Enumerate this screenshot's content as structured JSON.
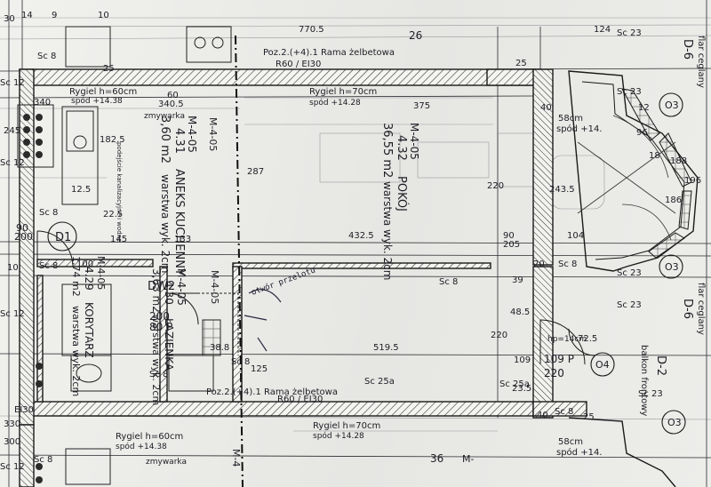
{
  "plan": {
    "rooms": [
      {
        "id": "kitchen",
        "code": "4.31",
        "name": "ANEKS KUCHENNY",
        "area": "3,60 m2",
        "finish": "warstwa wyk. 2cm",
        "ref": "M-4-05"
      },
      {
        "id": "room",
        "code": "4.32",
        "name": "POKÓJ",
        "area": "36,55 m2",
        "finish": "warstwa wyk. 2cm",
        "ref": "M-4-05"
      },
      {
        "id": "corridor",
        "code": "4.29",
        "name": "KORYTARZ",
        "area": "1,74 m2",
        "finish": "warstwa wyk. 2cm",
        "ref": "M-4-05"
      },
      {
        "id": "bath",
        "code": "4.30",
        "name": "ŁAZIENKA",
        "area": "3,63 m2",
        "finish": "warstwa wyk. 2cm",
        "ref": "M-4-05"
      }
    ],
    "labels": {
      "beam_top": "Poz.2.(+4).1 Rama żelbetowa",
      "beam_bottom": "Poz.2.(+4).1 Rama żelbetowa",
      "r60_top": "R60 / EI30",
      "r60_bottom": "R60 / EI30",
      "rygiel_top_left": "Rygiel h=60cm",
      "rygiel_top_left_spod": "spód +14.38",
      "rygiel_top_mid": "Rygiel h=70cm",
      "rygiel_top_mid_spod": "spód +14.28",
      "rygiel_bottom_left": "Rygiel h=60cm",
      "rygiel_bottom_left_spod": "spód +14.38",
      "rygiel_bottom_mid": "Rygiel h=70cm",
      "rygiel_bottom_mid_spod": "spód +14.28",
      "zmywarka_top": "zmywarka",
      "zmywarka_bottom": "zmywarka",
      "flar_top": "flar ceglany",
      "flar_mid": "flar ceglany",
      "d6_top": "D-6",
      "d6_mid": "D-6",
      "d2": "D-2",
      "balcony": "balkon frontowy",
      "dw2": "DW2",
      "d1": "D1",
      "door_d1_size": "90",
      "door_d1_h": "200",
      "door_dw2_size": "80 P",
      "door_dw2_h": "200",
      "door_d2_size": "109 P",
      "door_d2_h": "220",
      "o3_a": "O3",
      "o3_b": "O3",
      "o3_c": "O3",
      "o4": "O4",
      "window_58_top": "58cm",
      "window_spod_top": "spód +14.",
      "window_58_bottom": "58cm",
      "window_spod_bottom": "spód +14.",
      "hp_14": "hp=14cm",
      "handwritten": "otwór przelotu",
      "note_riser": "podejście kanalizacyjne i wodne",
      "ei30_left": "EI30",
      "num_36": "36",
      "num_26": "26",
      "m4_bottom": "M-"
    },
    "ref_axes": [
      "M-4-05",
      "M-4-05",
      "M-4"
    ],
    "sc_labels": [
      "Sc 8",
      "Sc 8",
      "Sc 8",
      "Sc 8",
      "Sc 8",
      "Sc 8",
      "Sc 8",
      "Sc 8",
      "Sc 8",
      "Sc 12",
      "Sc 12",
      "Sc 12",
      "Sc 12",
      "Sc 23",
      "Sc 23",
      "Sc 23",
      "Sc 23",
      "Sc 23",
      "Sc 25a",
      "Sc 25a"
    ],
    "dims": [
      "770.5",
      "340.5",
      "375",
      "432.5",
      "519.5",
      "287",
      "245",
      "182.5",
      "145",
      "133",
      "243.5",
      "104",
      "220",
      "220",
      "205",
      "90",
      "40",
      "25",
      "124",
      "12.5",
      "22.5",
      "10",
      "48.5",
      "39",
      "72.5",
      "109",
      "23.5",
      "30",
      "300",
      "330",
      "340",
      "38.8",
      "20",
      "125",
      "100",
      "186",
      "196",
      "96",
      "188",
      "12",
      "10",
      "9",
      "14",
      "18",
      "25",
      "40",
      "25",
      "60"
    ]
  }
}
